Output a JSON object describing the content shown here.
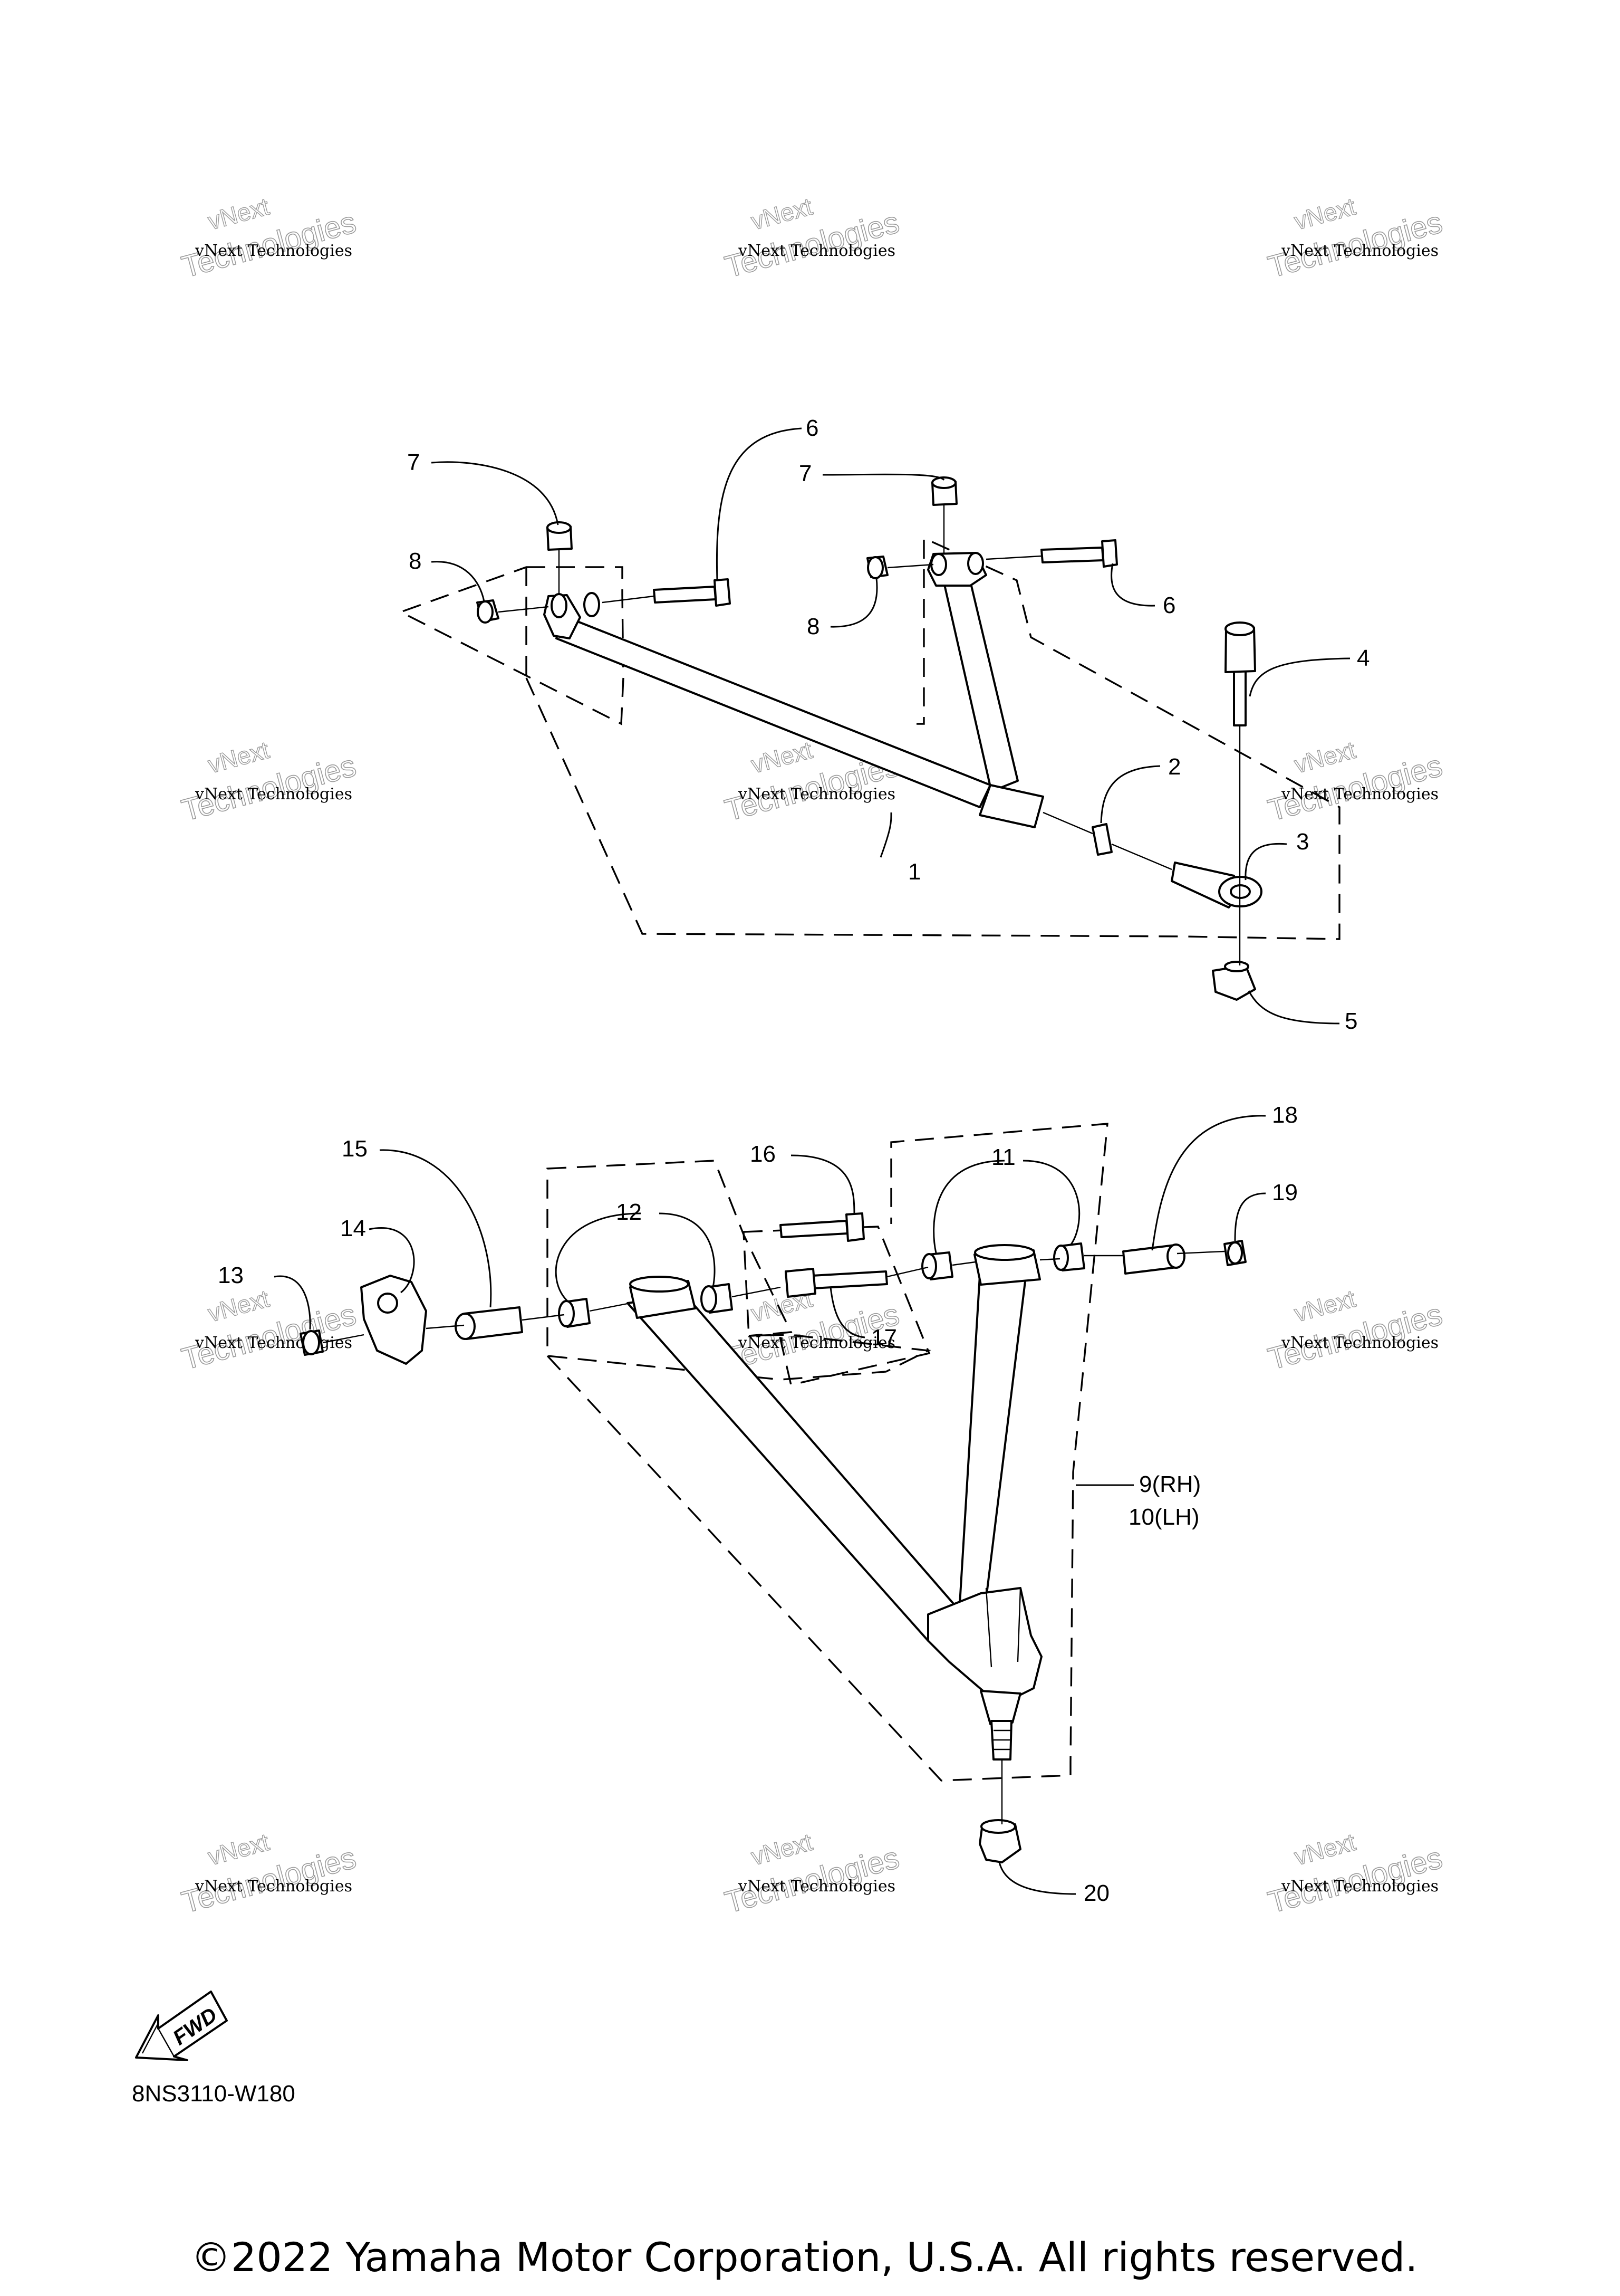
{
  "watermark": {
    "line1": "vNext Technologies",
    "line2": "Technologies",
    "line3": "vNext"
  },
  "callouts": [
    {
      "id": "1",
      "label": "1"
    },
    {
      "id": "2",
      "label": "2"
    },
    {
      "id": "3",
      "label": "3"
    },
    {
      "id": "4",
      "label": "4"
    },
    {
      "id": "5",
      "label": "5"
    },
    {
      "id": "6a",
      "label": "6"
    },
    {
      "id": "6b",
      "label": "6"
    },
    {
      "id": "7a",
      "label": "7"
    },
    {
      "id": "7b",
      "label": "7"
    },
    {
      "id": "8a",
      "label": "8"
    },
    {
      "id": "8b",
      "label": "8"
    },
    {
      "id": "9",
      "label": "9(RH)"
    },
    {
      "id": "10",
      "label": "10(LH)"
    },
    {
      "id": "11",
      "label": "11"
    },
    {
      "id": "12",
      "label": "12"
    },
    {
      "id": "13",
      "label": "13"
    },
    {
      "id": "14",
      "label": "14"
    },
    {
      "id": "15",
      "label": "15"
    },
    {
      "id": "16",
      "label": "16"
    },
    {
      "id": "17",
      "label": "17"
    },
    {
      "id": "18",
      "label": "18"
    },
    {
      "id": "19",
      "label": "19"
    },
    {
      "id": "20",
      "label": "20"
    }
  ],
  "fwd_label": "FWD",
  "diagram_code": "8NS3110-W180",
  "copyright": "©2022 Yamaha Motor Corporation, U.S.A. All rights reserved."
}
